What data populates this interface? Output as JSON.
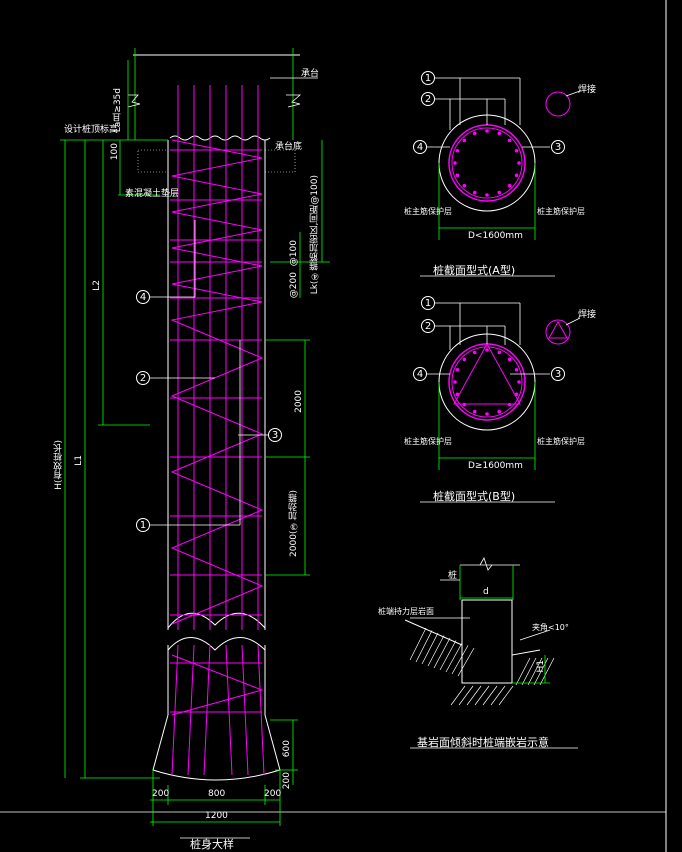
{
  "drawing": {
    "pile_elevation_title": "桩身大样",
    "section_a_title": "桩截面型式(A型)",
    "section_b_title": "桩截面型式(B型)",
    "socket_detail_title": "基岩面倾斜时桩端嵌岩示意"
  },
  "dimensions": {
    "top_note_right": "承台",
    "la_note": "La且≥35d",
    "top_100": "100",
    "pile_top_elevation": "设计桩顶标高",
    "cap_bottom": "承台底",
    "gravel_note": "素混凝土垫层",
    "lk_note": "Lk(④箍筋加密区,间距@100)",
    "at100": "@100",
    "at200": "@200",
    "l2": "L2",
    "l1": "L1",
    "h_total": "H(有效桩长)",
    "d2000_a": "2000",
    "d2000_b": "2000(③加劲箍)",
    "d600": "600",
    "d200_bottom": "200",
    "bottom_200_left": "200",
    "bottom_800": "800",
    "bottom_200_right": "200",
    "bottom_1200": "1200"
  },
  "bubbles": {
    "b1": "1",
    "b2": "2",
    "b3": "3",
    "b4": "4"
  },
  "section_a": {
    "b1": "1",
    "b2": "2",
    "b3": "3",
    "b4": "4",
    "side_note": "焊接",
    "left_note": "桩主筋保护层",
    "right_note": "桩主筋保护层",
    "diameter": "D<1600mm"
  },
  "section_b": {
    "b1": "1",
    "b2": "2",
    "b3": "3",
    "b4": "4",
    "side_note": "焊接",
    "left_note": "桩主筋保护层",
    "right_note": "桩主筋保护层",
    "diameter": "D≥1600mm"
  },
  "socket": {
    "d_label": "d",
    "pile_label": "桩",
    "rock_note": "桩端持力层岩面",
    "angle_note": "夹角<10°",
    "h1": "H1"
  },
  "colors": {
    "rebar": "#ff00ff",
    "dimension": "#00ff00",
    "outline": "#ffffff",
    "text": "#ffffff"
  }
}
